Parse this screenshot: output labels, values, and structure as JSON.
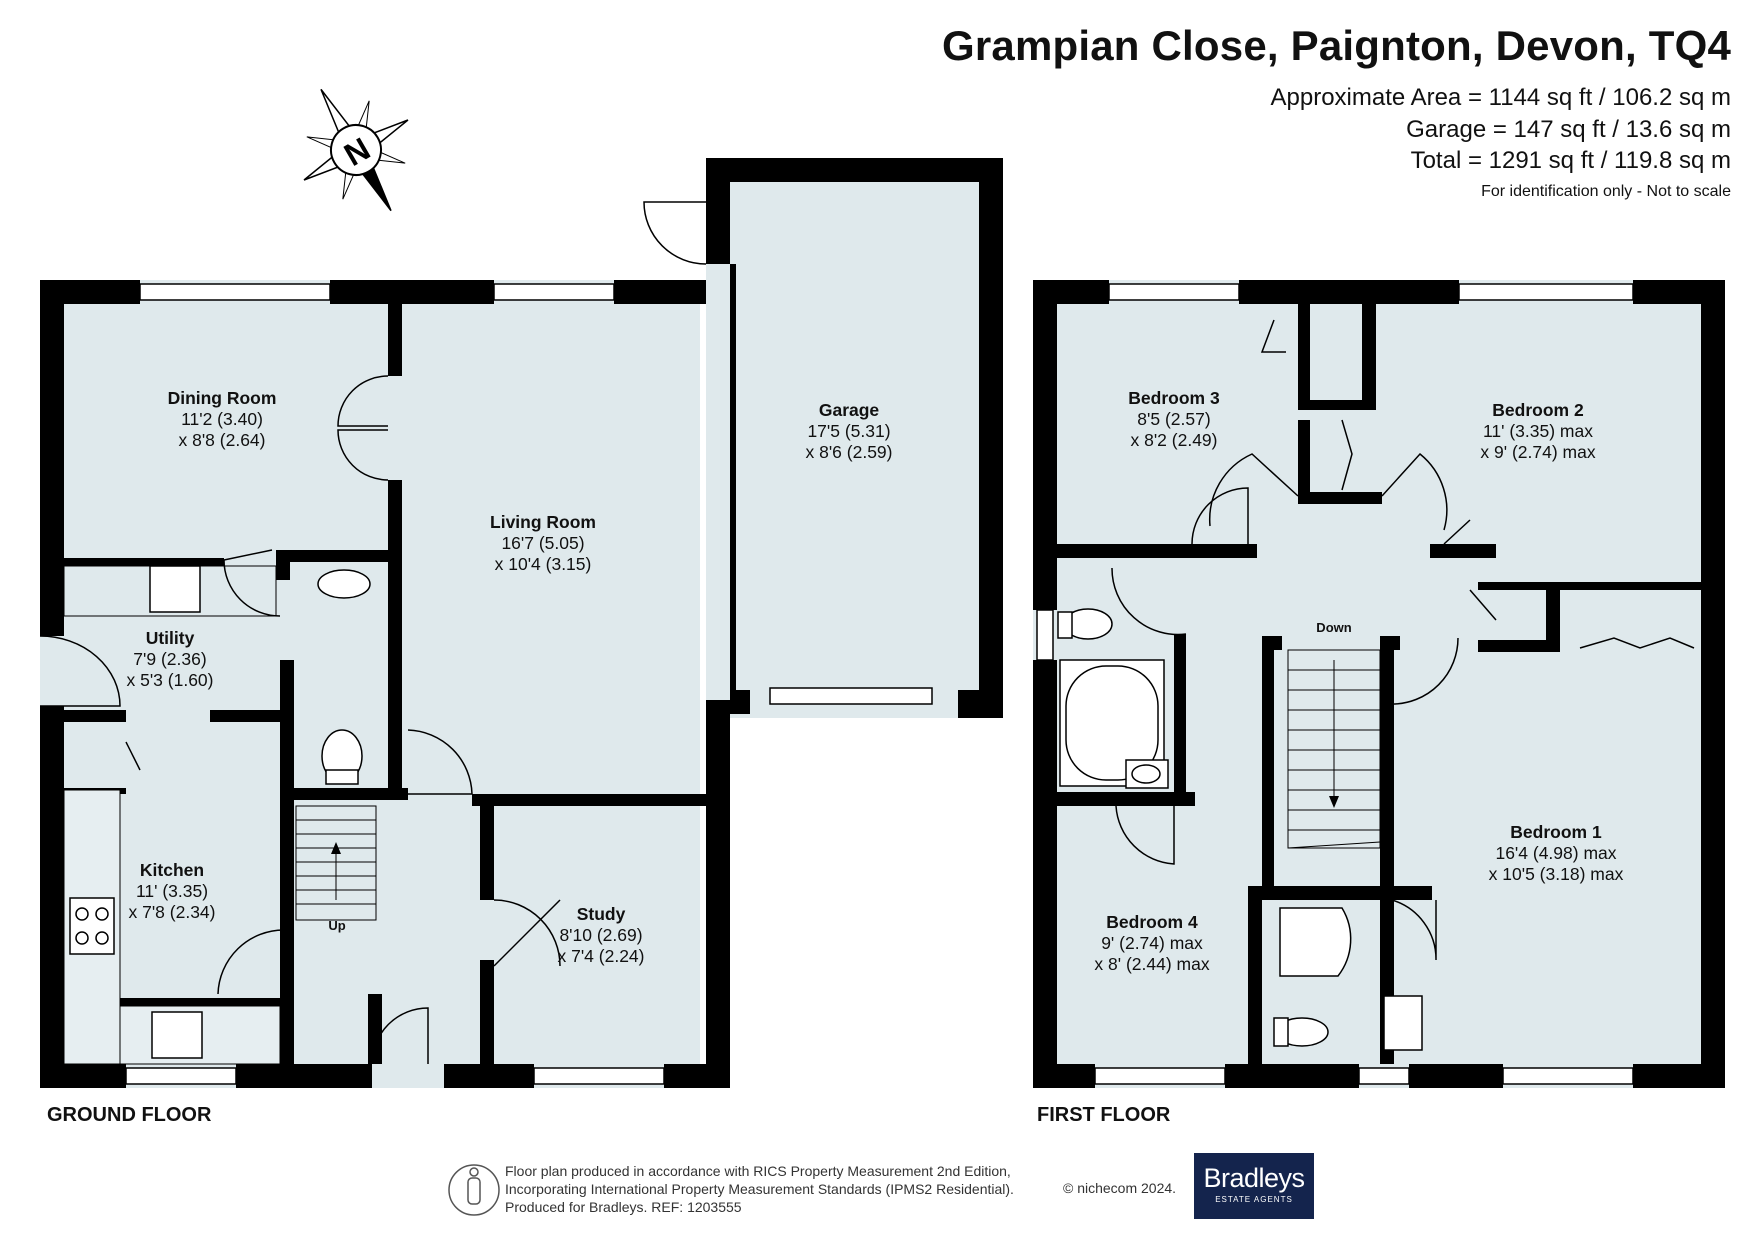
{
  "header": {
    "title": "Grampian Close, Paignton, Devon, TQ4",
    "area_line": "Approximate Area = 1144 sq ft / 106.2 sq m",
    "garage_line": "Garage = 147 sq ft / 13.6 sq m",
    "total_line": "Total = 1291 sq ft / 119.8 sq m",
    "note": "For identification only - Not to scale"
  },
  "compass": {
    "letter": "N"
  },
  "floors": {
    "ground": "GROUND FLOOR",
    "first": "FIRST FLOOR"
  },
  "rooms": {
    "dining": {
      "name": "Dining Room",
      "d1": "11'2 (3.40)",
      "d2": "x 8'8 (2.64)"
    },
    "living": {
      "name": "Living Room",
      "d1": "16'7 (5.05)",
      "d2": "x 10'4 (3.15)"
    },
    "garage": {
      "name": "Garage",
      "d1": "17'5 (5.31)",
      "d2": "x 8'6 (2.59)"
    },
    "utility": {
      "name": "Utility",
      "d1": "7'9 (2.36)",
      "d2": "x 5'3 (1.60)"
    },
    "kitchen": {
      "name": "Kitchen",
      "d1": "11' (3.35)",
      "d2": "x 7'8 (2.34)"
    },
    "study": {
      "name": "Study",
      "d1": "8'10 (2.69)",
      "d2": "x 7'4 (2.24)"
    },
    "bed3": {
      "name": "Bedroom 3",
      "d1": "8'5 (2.57)",
      "d2": "x 8'2 (2.49)"
    },
    "bed2": {
      "name": "Bedroom 2",
      "d1": "11' (3.35) max",
      "d2": "x 9' (2.74) max"
    },
    "bed1": {
      "name": "Bedroom 1",
      "d1": "16'4 (4.98) max",
      "d2": "x 10'5 (3.18) max"
    },
    "bed4": {
      "name": "Bedroom 4",
      "d1": "9' (2.74) max",
      "d2": "x 8' (2.44) max"
    }
  },
  "stairs": {
    "up": "Up",
    "down": "Down"
  },
  "footer": {
    "line1": "Floor plan produced in accordance with RICS Property Measurement 2nd Edition,",
    "line2": "Incorporating International Property Measurement Standards (IPMS2 Residential).",
    "line3": "Produced for Bradleys.   REF: 1203555",
    "credit": "© nichecom 2024."
  },
  "logo": {
    "name": "Bradleys",
    "tagline": "ESTATE AGENTS"
  },
  "colors": {
    "floor": "#dfe9ec",
    "wall": "#000000",
    "logo_bg": "#14244d"
  }
}
